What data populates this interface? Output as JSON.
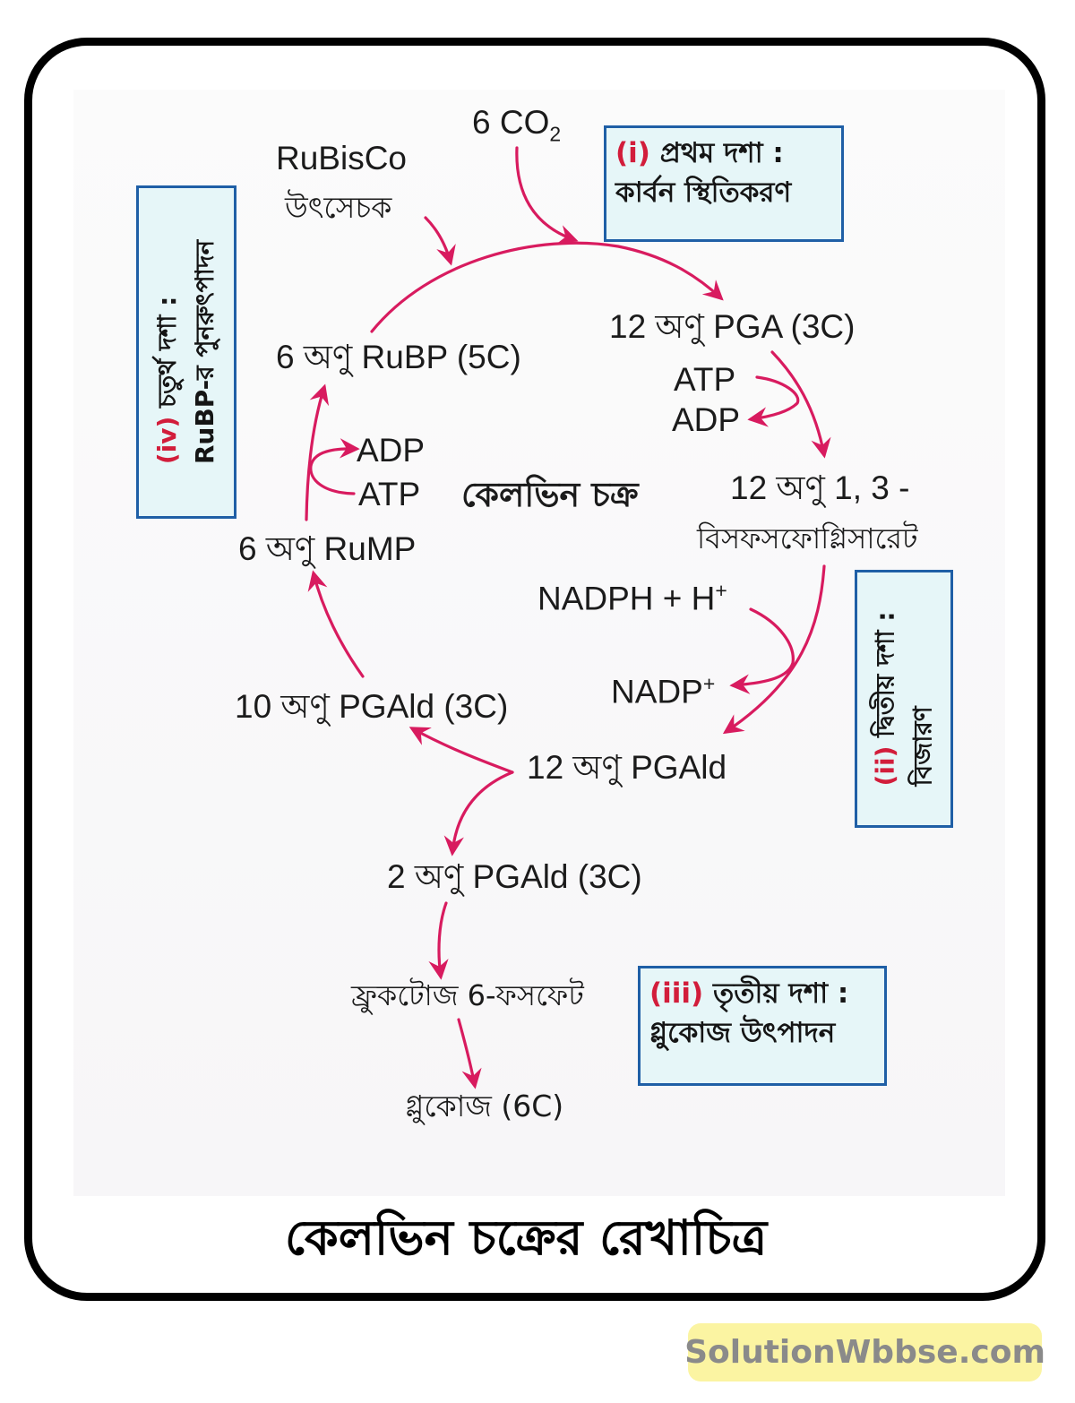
{
  "diagram": {
    "title": "কেলভিন চক্র",
    "caption": "কেলভিন চক্রের রেখাচিত্র",
    "accent_color": "#d81b5f",
    "box_border_color": "#1f5fa6",
    "box_fill_color": "#e6f6f8",
    "stage_number_color": "#d21d3b",
    "inputs": {
      "co2": "6 CO",
      "co2_sub": "2",
      "enzyme_line1": "RuBisCo",
      "enzyme_line2": "উৎসেচক"
    },
    "nodes": {
      "rubp": "6 অণু RuBP (5C)",
      "pga": "12 অণু PGA (3C)",
      "bpg_line1": "12 অণু 1, 3 -",
      "bpg_line2": "বিসফসফোগ্লিসারেট",
      "pgald12": "12 অণু PGAld",
      "pgald10": "10 অণু PGAld (3C)",
      "rump": "6 অণু RuMP",
      "pgald2": "2 অণু PGAld (3C)",
      "fructose": "ফ্রুকটোজ 6-ফসফেট",
      "glucose": "গ্লুকোজ (6C)"
    },
    "cofactors": {
      "atp_right": "ATP",
      "adp_right": "ADP",
      "nadph": "NADPH + H",
      "nadph_sup": "+",
      "nadp": "NADP",
      "nadp_sup": "+",
      "adp_left": "ADP",
      "atp_left": "ATP"
    },
    "stages": [
      {
        "num": "(i)",
        "title": "প্রথম দশা :",
        "subtitle": "কার্বন স্থিতিকরণ"
      },
      {
        "num": "(ii)",
        "title": "দ্বিতীয় দশা :",
        "subtitle": "বিজারণ"
      },
      {
        "num": "(iii)",
        "title": "তৃতীয় দশা :",
        "subtitle": "গ্লুকোজ উৎপাদন"
      },
      {
        "num": "(iv)",
        "title": "চতুর্থ দশা :",
        "subtitle": "RuBP-র পুনরুৎপাদন"
      }
    ]
  },
  "watermark": "SolutionWbbse.com"
}
